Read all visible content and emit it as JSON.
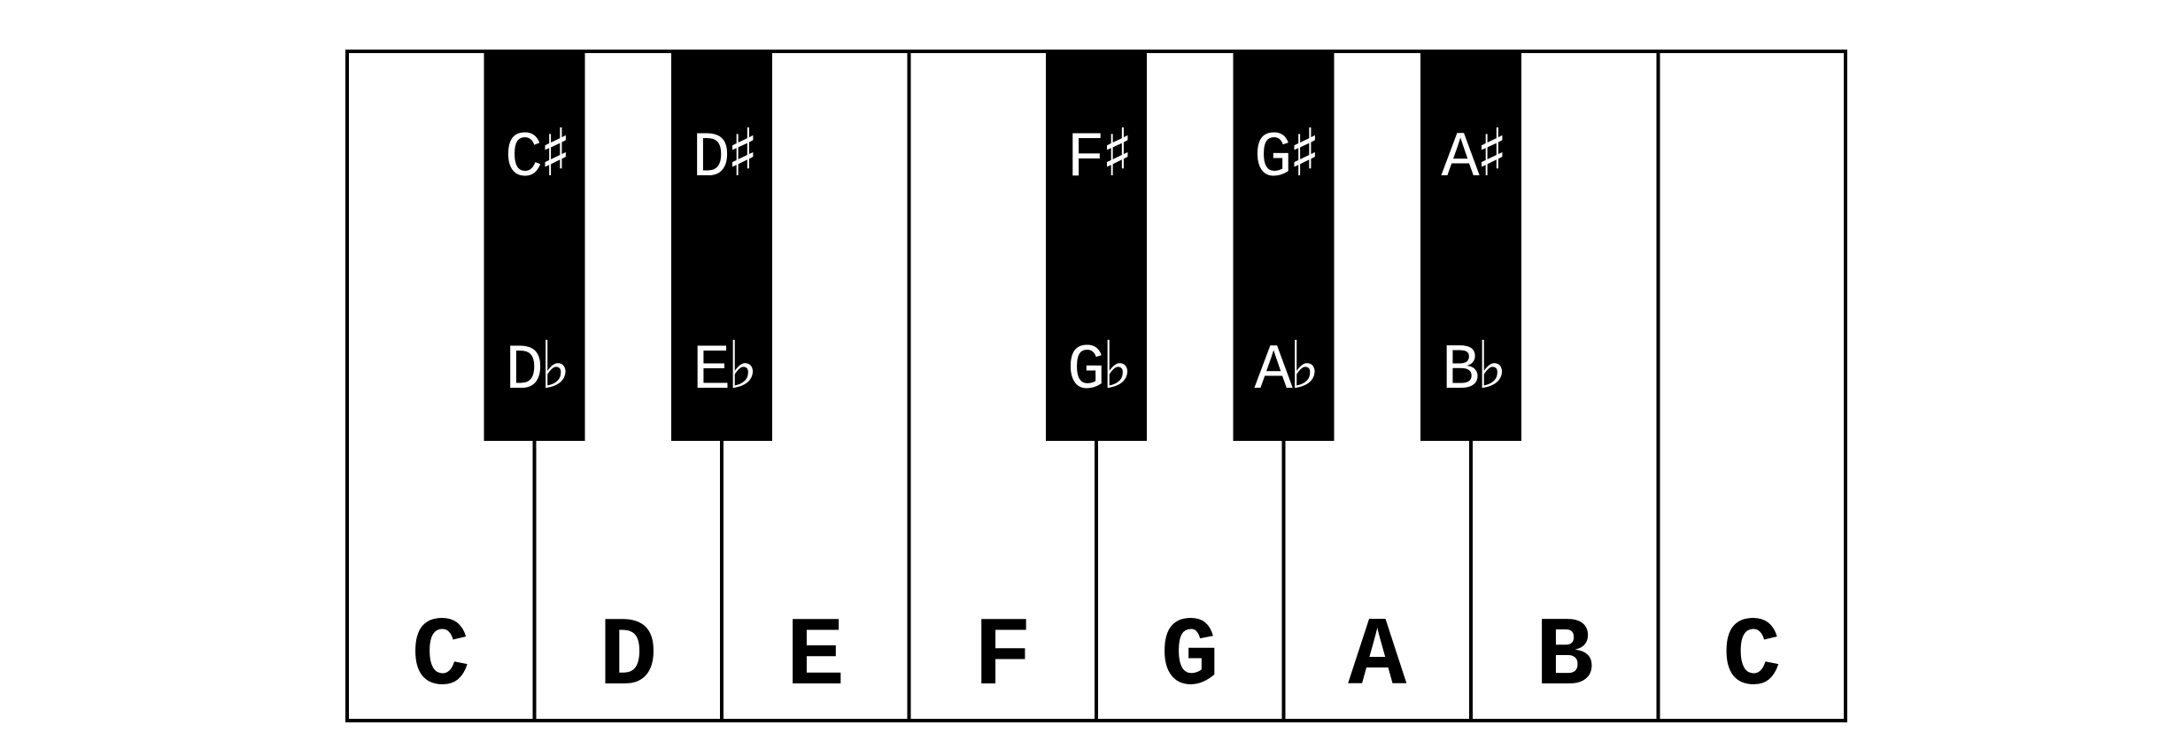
{
  "keyboard": {
    "white_keys": [
      "C",
      "D",
      "E",
      "F",
      "G",
      "A",
      "B",
      "C"
    ],
    "black_keys": [
      {
        "sharp_letter": "C",
        "flat_letter": "D"
      },
      {
        "sharp_letter": "D",
        "flat_letter": "E"
      },
      {
        "sharp_letter": "F",
        "flat_letter": "G"
      },
      {
        "sharp_letter": "G",
        "flat_letter": "A"
      },
      {
        "sharp_letter": "A",
        "flat_letter": "B"
      }
    ],
    "sharp_symbol": "♯",
    "flat_symbol": "♭",
    "colors": {
      "white_key": "#ffffff",
      "black_key": "#000000",
      "outline": "#000000"
    }
  }
}
